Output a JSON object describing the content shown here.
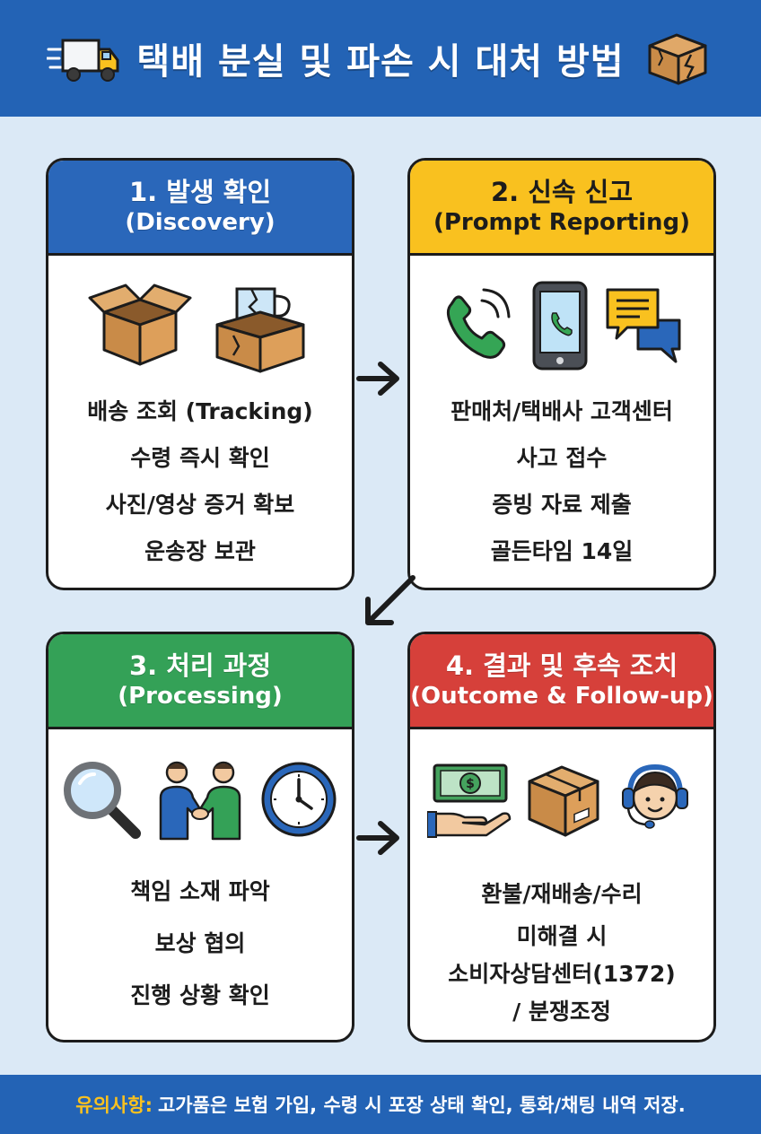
{
  "header": {
    "title": "택배 분실 및 파손 시 대처 방법",
    "icons": [
      "truck-icon",
      "damaged-box-icon"
    ]
  },
  "colors": {
    "header_bg": "#2363b5",
    "step1": "#2a67ba",
    "step2": "#f9c11f",
    "step3": "#34a157",
    "step4": "#d6403a",
    "note_label": "#f9c11f"
  },
  "steps": [
    {
      "title": "1. 발생 확인",
      "subtitle": "(Discovery)",
      "icons": [
        "open-box-icon",
        "broken-mug-box-icon"
      ],
      "lines": [
        "배송 조회 (Tracking)",
        "수령 즉시 확인",
        "사진/영상 증거 확보",
        "운송장 보관"
      ]
    },
    {
      "title": "2. 신속 신고",
      "subtitle": "(Prompt Reporting)",
      "icons": [
        "phone-icon",
        "smartphone-icon",
        "chat-bubbles-icon"
      ],
      "lines": [
        "판매처/택배사 고객센터",
        "사고 접수",
        "증빙 자료 제출",
        "골든타임 14일"
      ]
    },
    {
      "title": "3. 처리 과정",
      "subtitle": "(Processing)",
      "icons": [
        "magnifier-icon",
        "handshake-icon",
        "clock-icon"
      ],
      "lines": [
        "책임 소재 파악",
        "보상 협의",
        "진행 상황 확인"
      ]
    },
    {
      "title": "4. 결과 및 후속 조치",
      "subtitle": "(Outcome & Follow-up)",
      "icons": [
        "money-hand-icon",
        "box-icon",
        "headset-agent-icon"
      ],
      "lines": [
        "환불/재배송/수리",
        "미해결 시",
        "소비자상담센터(1372)",
        "/ 분쟁조정"
      ]
    }
  ],
  "footer": {
    "label": "유의사항:",
    "text": "고가품은 보험 가입, 수령 시 포장 상태 확인, 통화/채팅 내역 저장."
  }
}
